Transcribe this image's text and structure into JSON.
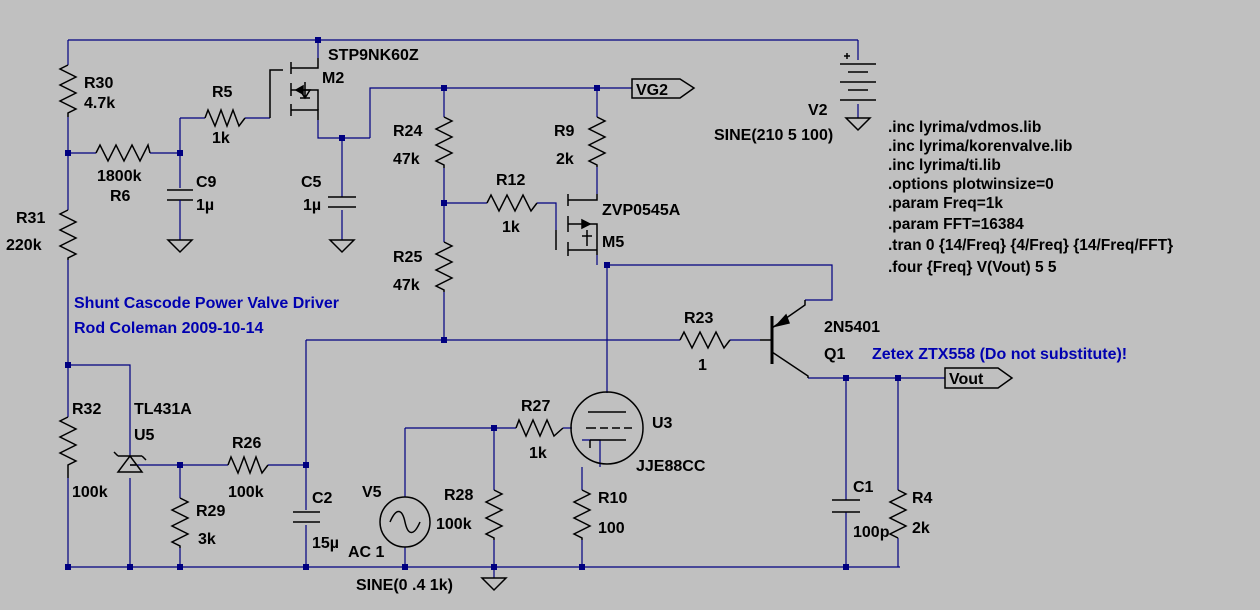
{
  "components": {
    "R30": {
      "ref": "R30",
      "value": "4.7k"
    },
    "R5": {
      "ref": "R5",
      "value": "1k"
    },
    "R6": {
      "ref": "R6",
      "value": "1800k"
    },
    "R31": {
      "ref": "R31",
      "value": "220k"
    },
    "C9": {
      "ref": "C9",
      "value": "1µ"
    },
    "M2": {
      "ref": "M2",
      "value": "STP9NK60Z"
    },
    "C5": {
      "ref": "C5",
      "value": "1µ"
    },
    "R24": {
      "ref": "R24",
      "value": "47k"
    },
    "R25": {
      "ref": "R25",
      "value": "47k"
    },
    "R12": {
      "ref": "R12",
      "value": "1k"
    },
    "R9": {
      "ref": "R9",
      "value": "2k"
    },
    "M5": {
      "ref": "M5",
      "value": "ZVP0545A"
    },
    "V2": {
      "ref": "V2",
      "value": "SINE(210 5 100)"
    },
    "R23": {
      "ref": "R23",
      "value": "1"
    },
    "Q1": {
      "ref": "Q1",
      "value": "2N5401"
    },
    "U5": {
      "ref": "U5",
      "value": "TL431A"
    },
    "R32": {
      "ref": "R32",
      "value": "100k"
    },
    "R26": {
      "ref": "R26",
      "value": "100k"
    },
    "R29": {
      "ref": "R29",
      "value": "3k"
    },
    "C2": {
      "ref": "C2",
      "value": "15µ"
    },
    "V5": {
      "ref": "V5",
      "value": "SINE(0 .4 1k)",
      "ac": "AC 1"
    },
    "R28": {
      "ref": "R28",
      "value": "100k"
    },
    "R27": {
      "ref": "R27",
      "value": "1k"
    },
    "U3": {
      "ref": "U3",
      "value": "JJE88CC"
    },
    "R10": {
      "ref": "R10",
      "value": "100"
    },
    "C1": {
      "ref": "C1",
      "value": "100p"
    },
    "R4": {
      "ref": "R4",
      "value": "2k"
    }
  },
  "net_labels": {
    "vg2": "VG2",
    "vout": "Vout"
  },
  "notes": {
    "title_line1": "Shunt Cascode Power Valve Driver",
    "title_line2": "Rod Coleman 2009-10-14",
    "zetex": "Zetex ZTX558 (Do not substitute)!"
  },
  "directives": [
    ".inc lyrima/vdmos.lib",
    ".inc lyrima/korenvalve.lib",
    ".inc lyrima/ti.lib",
    ".options plotwinsize=0",
    ".param Freq=1k",
    ".param FFT=16384",
    ".tran 0 {14/Freq} {4/Freq} {14/Freq/FFT}",
    ".four {Freq} V(Vout) 5 5"
  ],
  "colors": {
    "background": "#c0c0c0",
    "wire": "#000080",
    "component": "#000000",
    "note": "#0000b0"
  }
}
